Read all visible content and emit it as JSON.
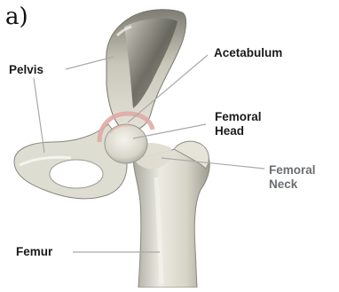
{
  "panel_letter": "a)",
  "labels": {
    "pelvis": "Pelvis",
    "acetabulum": "Acetabulum",
    "femoral_head_line1": "Femoral",
    "femoral_head_line2": "Head",
    "femoral_neck_line1": "Femoral",
    "femoral_neck_line2": "Neck",
    "femur": "Femur"
  },
  "colors": {
    "bone_light": "#e9e7dc",
    "bone_mid": "#cfcdbf",
    "bone_shadow": "#8f8e84",
    "cartilage_pink": "#e7b7b2",
    "leader_line": "#a9a9a9",
    "neck_label": "#6b6e72"
  }
}
